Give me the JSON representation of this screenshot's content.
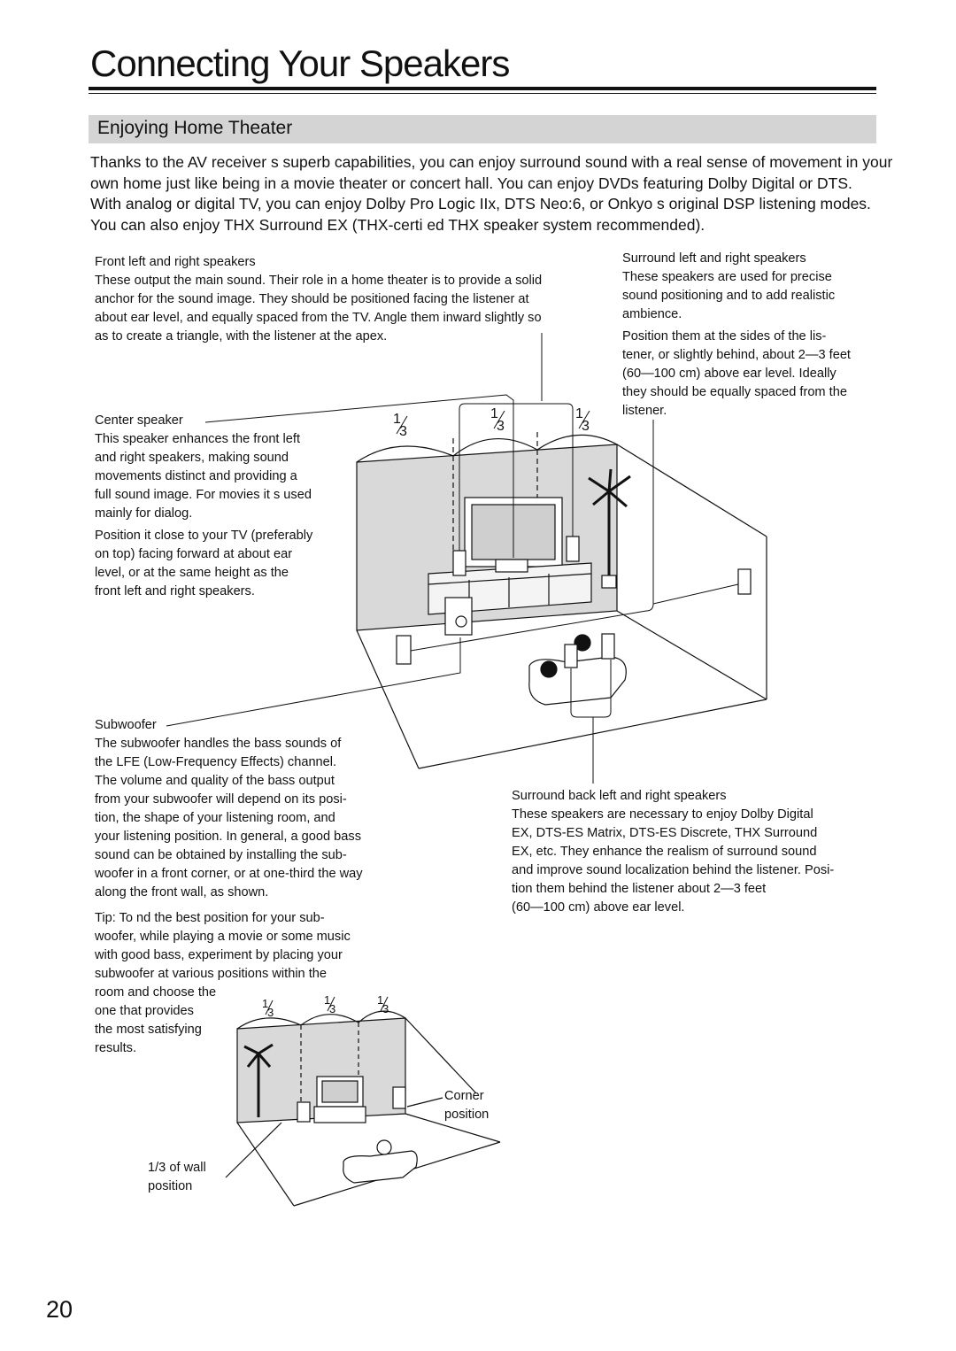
{
  "page": {
    "title": "Connecting Your Speakers",
    "section_title": "Enjoying Home Theater",
    "page_number": "20"
  },
  "intro": {
    "line1": "Thanks to the AV receiver s superb capabilities, you can enjoy surround sound with a real sense of movement in your",
    "line2": "own home just like being in a movie theater or concert hall. You can enjoy DVDs featuring Dolby Digital or DTS.",
    "line3": "With analog or digital TV, you can enjoy Dolby Pro Logic IIx, DTS Neo:6, or Onkyo s original DSP listening modes.",
    "line4": "You can also enjoy THX Surround EX (THX-certi ed THX speaker system recommended)."
  },
  "front": {
    "heading": "Front left and right speakers",
    "lines": [
      "These output the main sound. Their role in a home theater is to provide a solid",
      "anchor for the sound image. They should be positioned facing the listener at",
      "about ear level, and equally spaced from the TV. Angle them inward slightly so",
      "as to create a triangle, with the listener at the apex."
    ]
  },
  "center": {
    "heading": "Center speaker",
    "lines": [
      "This speaker enhances the front left",
      "and right speakers, making sound",
      "movements distinct and providing a",
      "full sound image. For movies it s used",
      "mainly for dialog."
    ],
    "lines2": [
      "Position it close to your TV (preferably",
      "on top) facing forward at about ear",
      "level, or at the same height as the",
      "front left and right speakers."
    ]
  },
  "surround": {
    "heading": "Surround left and right speakers",
    "lines": [
      "These speakers are used for precise",
      "sound positioning and to add realistic",
      "ambience."
    ],
    "lines2": [
      "Position them at the sides of the lis-",
      "tener, or slightly behind, about 2—3 feet",
      "(60—100 cm) above ear level. Ideally",
      "they should be equally spaced from the",
      "listener."
    ]
  },
  "subwoofer": {
    "heading": "Subwoofer",
    "lines": [
      "The subwoofer handles the bass sounds of",
      "the LFE (Low-Frequency Effects) channel.",
      "The volume and quality of the bass output",
      "from your subwoofer will depend on its posi-",
      "tion, the shape of your listening room, and",
      "your listening position. In general, a good bass",
      "sound can be obtained by installing the sub-",
      "woofer in a front corner, or at one-third the way",
      "along the front wall, as shown."
    ]
  },
  "tip": {
    "lines": [
      "Tip: To  nd the best position for your sub-",
      "woofer, while playing a movie or some music",
      "with good bass, experiment by placing your",
      "subwoofer at various positions within the",
      "room and choose the",
      "one that provides",
      "the most satisfying",
      "results."
    ]
  },
  "surround_back": {
    "heading": "Surround back left and right speakers",
    "lines": [
      "These speakers are necessary to enjoy Dolby Digital",
      "EX, DTS-ES Matrix, DTS-ES Discrete, THX Surround",
      "EX, etc. They enhance the realism of surround sound",
      "and improve sound localization behind the listener. Posi-",
      "tion them behind the listener about 2—3 feet",
      "(60—100 cm) above ear level."
    ]
  },
  "diagram_small": {
    "corner_label_1": "Corner",
    "corner_label_2": "position",
    "wall_label_1": "1/3 of wall",
    "wall_label_2": "position"
  },
  "fraction": {
    "num": "1",
    "den": "3"
  }
}
